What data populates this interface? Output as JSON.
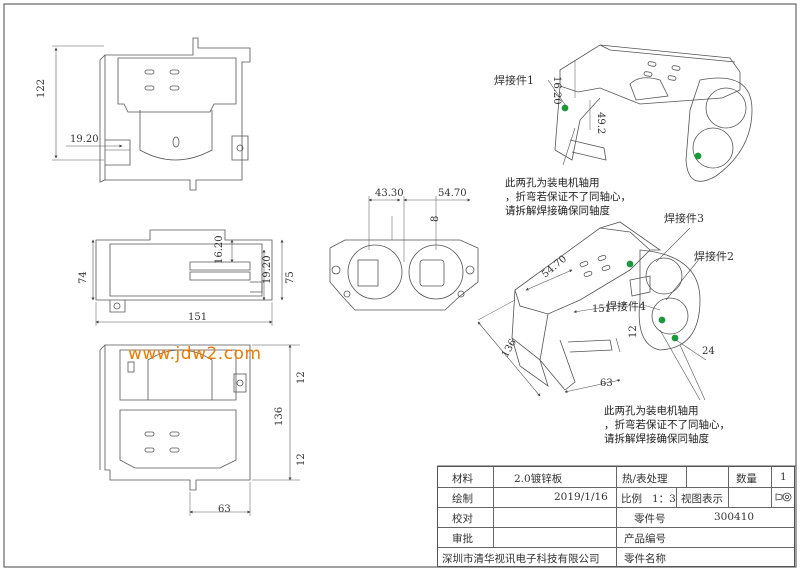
{
  "watermark": "www.jdw2.com",
  "dims": {
    "d122": "122",
    "d19_20_top": "19.20",
    "d74": "74",
    "d151": "151",
    "d16_20_front": "16.20",
    "d19_20_front": "19.20",
    "d75": "75",
    "d12_a": "12",
    "d136_a": "136",
    "d12_b": "12",
    "d63_a": "63",
    "d43_30": "43.30",
    "d54_70_a": "54.70",
    "d8": "8",
    "d16_20_iso": "16.20",
    "d49_2": "49.2",
    "d54_70_b": "54.70",
    "d151_b": "151",
    "d136_b": "136",
    "d63_b": "63",
    "d12_c": "12",
    "d24": "24"
  },
  "callouts": {
    "weld1": "焊接件1",
    "weld2": "焊接件2",
    "weld3": "焊接件3",
    "weld4": "焊接件4"
  },
  "notes": {
    "upper": [
      "此两孔为装电机轴用",
      "，折弯若保证不了同轴心，",
      "请拆解焊接确保同轴度"
    ],
    "lower": [
      "此两孔为装电机轴用",
      "，折弯若保证不了同轴心，",
      "请拆解焊接确保同轴度"
    ]
  },
  "titleblock": {
    "material_label": "材料",
    "material_value": "2.0镀锌板",
    "treatment_label": "热/表处理",
    "quantity_label": "数量",
    "quantity_value": "1",
    "drawn_label": "绘制",
    "date": "2019/1/16",
    "scale_label": "比例",
    "scale_value": "1：3",
    "view_label": "视图表示",
    "check_label": "校对",
    "part_no_label": "零件号",
    "part_no_value": "300410",
    "approve_label": "审批",
    "product_no_label": "产品编号",
    "company": "深圳市清华视讯电子科技有限公司",
    "part_name_label": "零件名称"
  }
}
